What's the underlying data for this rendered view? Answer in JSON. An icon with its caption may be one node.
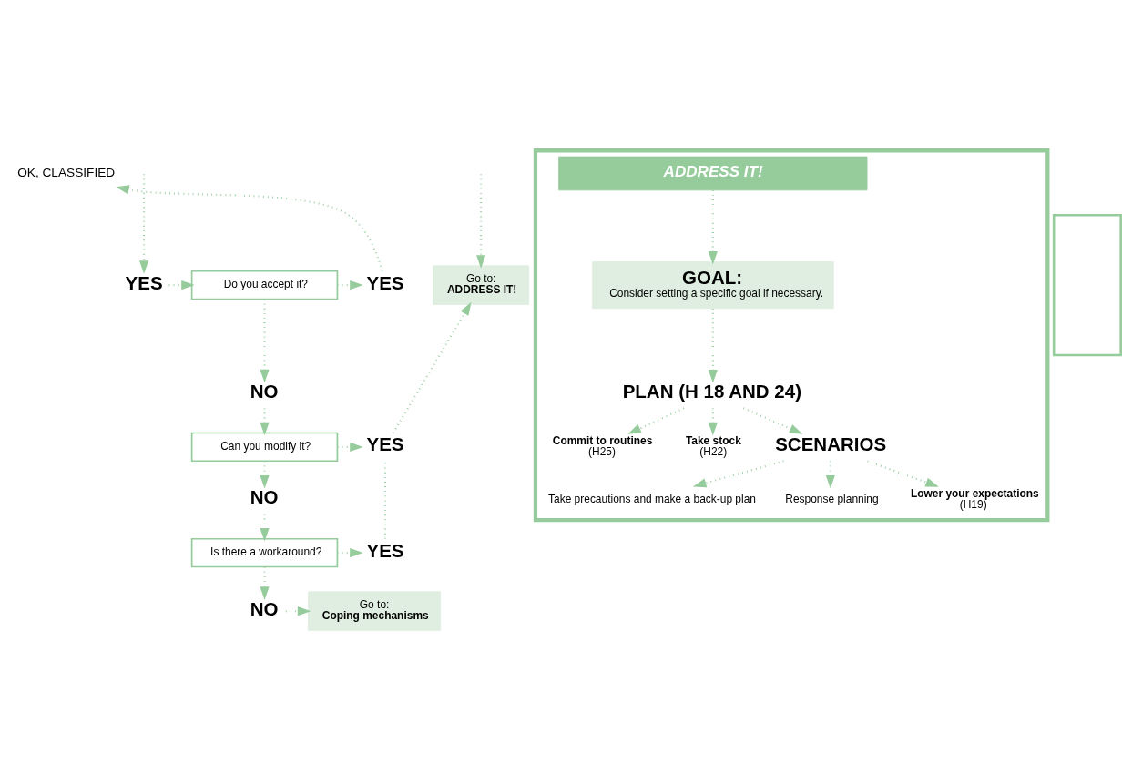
{
  "diagram": {
    "nodes": [
      {
        "text": [
          "Go to:",
          "ADDRESS IT!"
        ]
      },
      {
        "text": [
          "OK, CLASSIFIED"
        ]
      },
      {
        "text": [
          "YES"
        ]
      },
      {
        "text": [
          "Do you accept it?"
        ]
      },
      {
        "text": [
          "YES"
        ]
      },
      {
        "text": [
          "NO"
        ]
      },
      {
        "text": [
          "Can you modify it?"
        ]
      },
      {
        "text": [
          "YES"
        ]
      },
      {
        "text": [
          "NO"
        ]
      },
      {
        "text": [
          "Is there a workaround?"
        ]
      },
      {
        "text": [
          "YES"
        ]
      },
      {
        "text": [
          "NO"
        ]
      },
      {
        "text": [
          "Go to:",
          "Coping mechanisms"
        ]
      },
      {
        "text": [
          "ADDRESS IT!"
        ]
      },
      {
        "text": [
          "GOAL:",
          "Consider setting a specific goal if necessary."
        ],
        "in": 13
      },
      {
        "text": [
          "PLAN (H 18 AND 24)"
        ],
        "in": 13
      },
      {
        "text": [
          "Commit to routines",
          "(H25)"
        ],
        "in": 13
      },
      {
        "text": [
          "Take stock",
          "(H22)"
        ],
        "in": 13
      },
      {
        "text": [
          "SCENARIOS"
        ],
        "in": 13
      },
      {
        "text": [
          "Take precautions and make a back-up plan"
        ],
        "in": 13
      },
      {
        "text": [
          "Response planning"
        ],
        "in": 13
      },
      {
        "text": [
          "Lower your expectations",
          "(H19)"
        ],
        "in": 13
      },
      {
        "text": [],
        "shape": "box"
      }
    ],
    "edges": [
      {
        "from": null,
        "to": 0,
        "arrow": "to"
      },
      {
        "from": null,
        "to": 2,
        "arrow": "to"
      },
      {
        "from": 2,
        "to": 3,
        "arrow": "to"
      },
      {
        "from": 3,
        "to": 4,
        "arrow": "to"
      },
      {
        "from": 4,
        "to": 1,
        "arrow": "to"
      },
      {
        "from": 3,
        "to": 5,
        "arrow": "to"
      },
      {
        "from": 5,
        "to": 6,
        "arrow": "to"
      },
      {
        "from": 6,
        "to": 7,
        "arrow": "to"
      },
      {
        "from": 10,
        "to": 7,
        "arrow": "none"
      },
      {
        "from": 7,
        "to": 0,
        "arrow": "to"
      },
      {
        "from": 6,
        "to": 8,
        "arrow": "to"
      },
      {
        "from": 8,
        "to": 9,
        "arrow": "to"
      },
      {
        "from": 9,
        "to": 10,
        "arrow": "to"
      },
      {
        "from": 9,
        "to": 11,
        "arrow": "to"
      },
      {
        "from": 11,
        "to": 12,
        "arrow": "to"
      },
      {
        "from": 13,
        "to": 14,
        "arrow": "to"
      },
      {
        "from": 14,
        "to": 15,
        "arrow": "to"
      },
      {
        "from": 15,
        "to": 16,
        "arrow": "to"
      },
      {
        "from": 15,
        "to": 17,
        "arrow": "to"
      },
      {
        "from": 15,
        "to": 18,
        "arrow": "to"
      },
      {
        "from": 18,
        "to": 19,
        "arrow": "to"
      },
      {
        "from": 18,
        "to": 20,
        "arrow": "to"
      },
      {
        "from": 18,
        "to": 21,
        "arrow": "to"
      }
    ]
  }
}
